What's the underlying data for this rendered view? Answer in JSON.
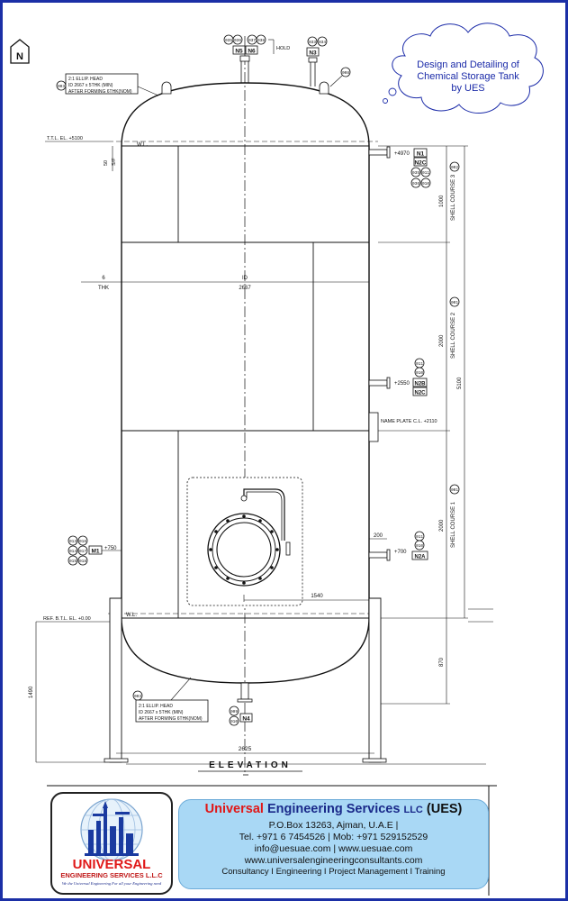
{
  "callout": {
    "line1": "Design and Detailing of",
    "line2": "Chemical Storage Tank",
    "line3": "by UES"
  },
  "drawing": {
    "north_mark": "N",
    "view_title": "ELEVATION",
    "top_nozzles_left": [
      "035",
      "036",
      "037",
      "038"
    ],
    "top_nozzles_left_tags": [
      "N5",
      "N6"
    ],
    "hold_label": "HOLD",
    "top_nozzles_right": [
      "033",
      "034"
    ],
    "top_nozzle_right_tag": "N3",
    "lifting_lug_ref": "008",
    "head_top_note": {
      "ref": "003",
      "line1": "2:1 ELLIP. HEAD",
      "line2": "ID 2667 x 5THK (MIN)",
      "line3": "AFTER FORMING 6THK(NOM)"
    },
    "head_bottom_note": {
      "ref": "003",
      "line1": "2:1 ELLIP. HEAD",
      "line2": "ID 2667 x 5THK (MIN)",
      "line3": "AFTER FORMING 6THK(NOM)"
    },
    "ttl_elevation": "T.T.L. EL. +5100",
    "wl_label": "W.L.",
    "sf_dim": "50",
    "sf_label": "S/F",
    "nozzle_n1_elev": "+4970",
    "nozzle_n1_tags": [
      "N1",
      "N2C"
    ],
    "nozzle_n1_refs": [
      "035",
      "011",
      "036",
      "010"
    ],
    "thk_dim": "6",
    "thk_label": "THK",
    "id_label": "ID",
    "id_value": "2667",
    "shell_course_3": {
      "height": "1000",
      "label": "SHELL COURSE 3",
      "ref": "002"
    },
    "shell_course_2": {
      "height": "2000",
      "label": "SHELL COURSE 2",
      "ref": "001"
    },
    "shell_course_1": {
      "height": "2000",
      "label": "SHELL COURSE 1",
      "ref": "001"
    },
    "overall_height": "5100",
    "nozzle_n2_refs": [
      "011",
      "010"
    ],
    "nozzle_n2_tags": [
      "N2B",
      "N2C"
    ],
    "nozzle_n2_elev": "+2550",
    "name_plate": "NAME PLATE C.L. +2110",
    "manhole_refs": [
      "013",
      "016",
      "014",
      "017",
      "015",
      "018"
    ],
    "manhole_tag": "M1",
    "manhole_elev": "+750",
    "nozzle_n2a_refs": [
      "011",
      "010"
    ],
    "nozzle_n2a_tag": "N2A",
    "nozzle_n2a_elev": "+700",
    "nozzle_n2a_proj": "200",
    "manhole_offset": "1540",
    "btl_elevation": "REF. B.T.L. EL. +0.00",
    "wl_bottom": "W.L.",
    "leg_height": "1490",
    "skirt_dim": "870",
    "bottom_nozzle_refs": [
      "009",
      "010"
    ],
    "bottom_nozzle_tag": "N4",
    "leg_span": "2625"
  },
  "footer": {
    "logo_word": "UNIVERSAL",
    "logo_sub": "ENGINEERING SERVICES L.L.C",
    "logo_tag": "We the Universal Engineering For all your Engineering need",
    "company_red": "Universal",
    "company_rest": " Engineering Services ",
    "company_llc": "LLC",
    "company_abbr": " (UES)",
    "address": "P.O.Box 13263, Ajman, U.A.E |",
    "phone": "Tel. +971 6 7454526 | Mob: +971 529152529",
    "email": "info@uesuae.com  |  www.uesuae.com",
    "website": "www.universalengineeringconsultants.com",
    "services": "Consultancy I Engineering I Project Management I Training"
  },
  "colors": {
    "frame": "#1b2fa6",
    "info_bg": "#a9d8f5",
    "brand_red": "#e01818",
    "brand_blue": "#1a2a8a"
  }
}
